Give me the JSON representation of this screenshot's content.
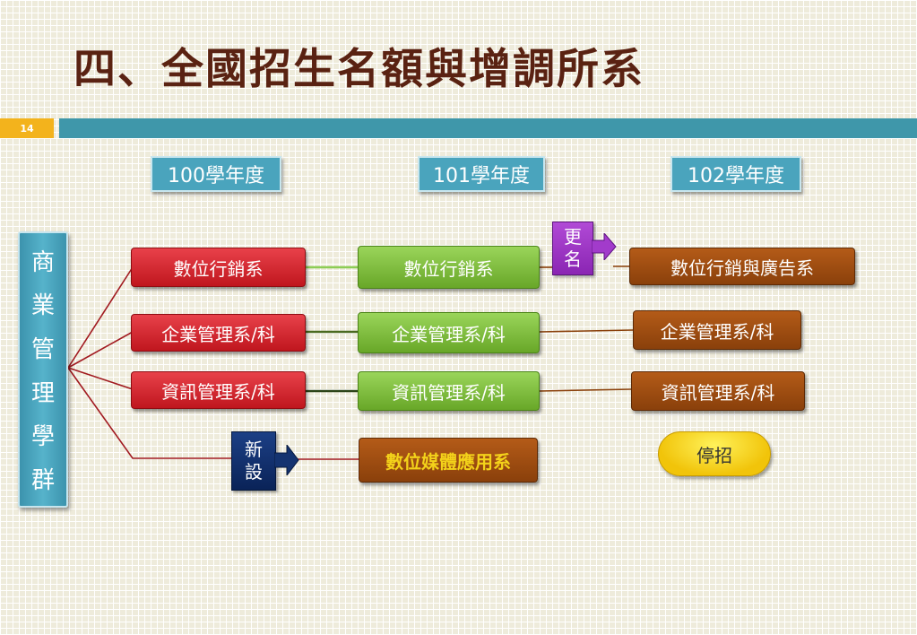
{
  "page": {
    "title": "四、全國招生名額與增調所系",
    "page_number": "14"
  },
  "years": [
    "100學年度",
    "101學年度",
    "102學年度"
  ],
  "group": {
    "chars": [
      "商",
      "業",
      "管",
      "理",
      "學",
      "群"
    ]
  },
  "depts_100": [
    "數位行銷系",
    "企業管理系/科",
    "資訊管理系/科"
  ],
  "depts_101": [
    "數位行銷系",
    "企業管理系/科",
    "資訊管理系/科",
    "數位媒體應用系"
  ],
  "depts_102": [
    "數位行銷與廣告系",
    "企業管理系/科",
    "資訊管理系/科"
  ],
  "tags": {
    "rename": [
      "更",
      "名"
    ],
    "new": [
      "新",
      "設"
    ]
  },
  "stopped_label": "停招",
  "colors": {
    "title": "#5a2212",
    "accent_bar": "#3f97aa",
    "page_badge": "#f3b31c",
    "year_box": "#4aa4bd",
    "red_box": "#d22730",
    "green_box": "#7fbf3f",
    "brown_box": "#a04e12",
    "rename_tag": "#9b2fc4",
    "new_tag": "#0d2e6e",
    "stopped_oval": "#f5d21a"
  }
}
